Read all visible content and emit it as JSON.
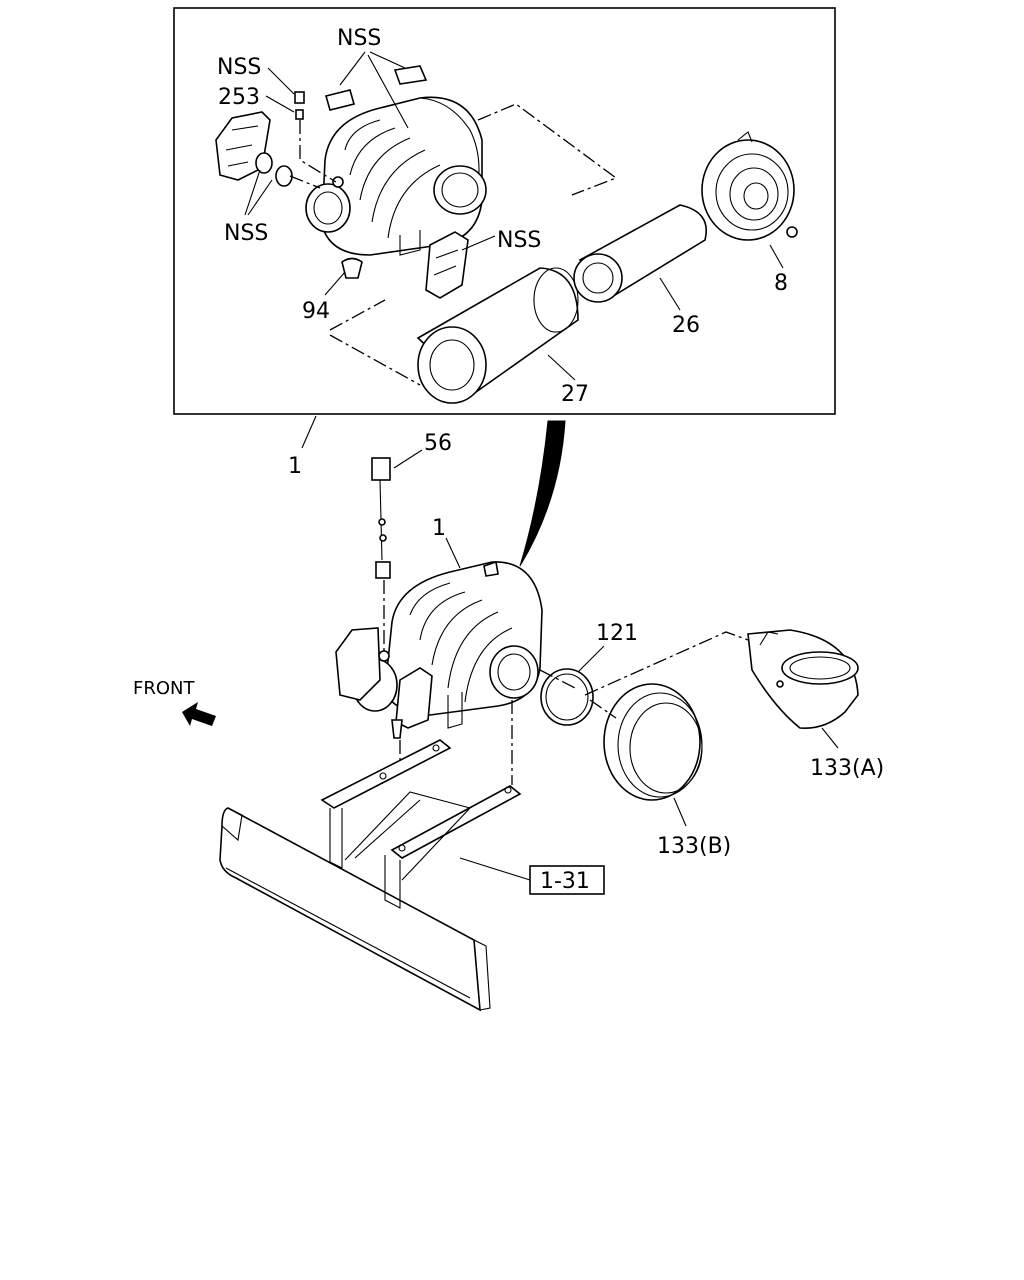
{
  "labels": {
    "nss_top": "NSS",
    "nss_left_top": "NSS",
    "n253": "253",
    "nss_left_bottom": "NSS",
    "nss_right": "NSS",
    "n94": "94",
    "n8": "8",
    "n26": "26",
    "n27": "27",
    "n1_upper": "1",
    "n56": "56",
    "n1_lower": "1",
    "n121": "121",
    "front": "FRONT",
    "n133a": "133(A)",
    "n133b": "133(B)",
    "ref": "1-31"
  }
}
